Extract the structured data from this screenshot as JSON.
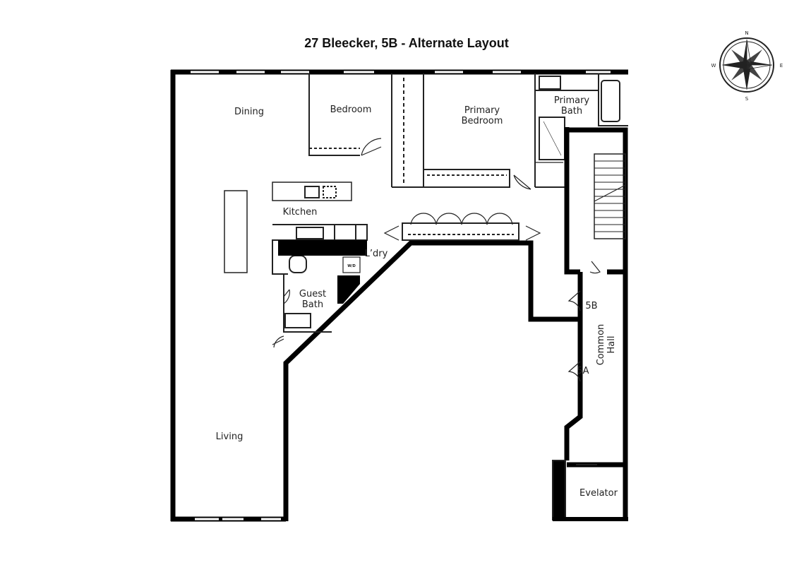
{
  "title": "27 Bleecker, 5B - Alternate Layout",
  "compass": {
    "north": "N",
    "south": "S",
    "east": "E",
    "west": "W"
  },
  "rooms": {
    "dining": "Dining",
    "bedroom": "Bedroom",
    "primary_bedroom_line1": "Primary",
    "primary_bedroom_line2": "Bedroom",
    "primary_bath_line1": "Primary",
    "primary_bath_line2": "Bath",
    "kitchen": "Kitchen",
    "laundry": "L’dry",
    "washer_dryer": "W/D",
    "guest_bath_line1": "Guest",
    "guest_bath_line2": "Bath",
    "living": "Living",
    "unit_5b": "5B",
    "unit_5a": "5A",
    "common_hall_line1": "Common",
    "common_hall_line2": "Hall",
    "elevator": "Evelator"
  },
  "colors": {
    "wall": "#000000",
    "line": "#222222",
    "background": "#ffffff"
  }
}
